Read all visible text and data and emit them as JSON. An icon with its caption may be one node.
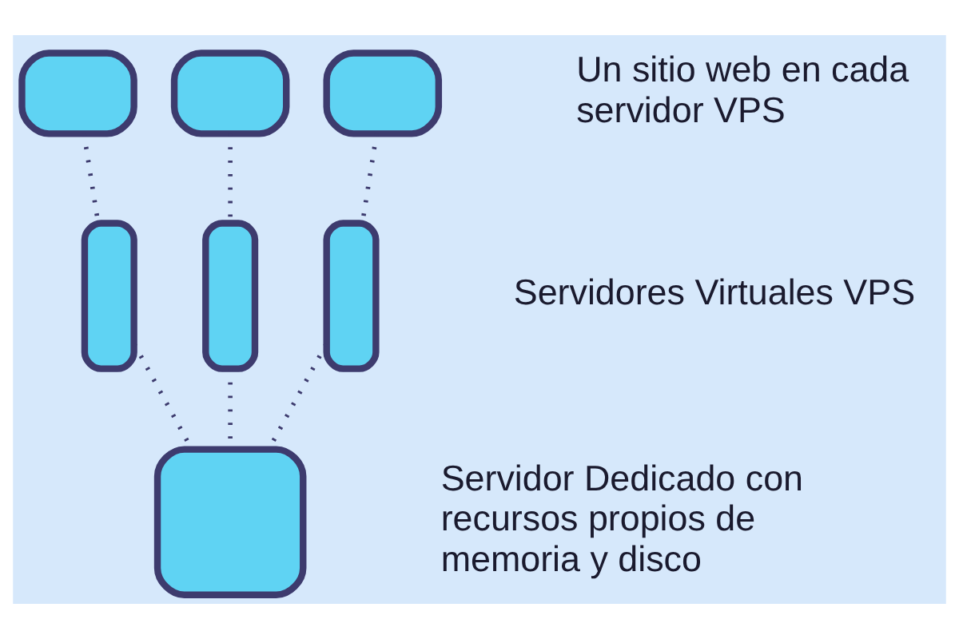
{
  "diagram": {
    "nodes": [
      {
        "text": [],
        "shape": "monitor"
      },
      {
        "text": [],
        "shape": "monitor"
      },
      {
        "text": [],
        "shape": "monitor"
      },
      {
        "text": [],
        "shape": "tower"
      },
      {
        "text": [],
        "shape": "tower"
      },
      {
        "text": [],
        "shape": "tower"
      },
      {
        "text": [],
        "shape": "server"
      }
    ],
    "edges": [
      {
        "from": 0,
        "to": 3,
        "arrow": "none"
      },
      {
        "from": 1,
        "to": 4,
        "arrow": "none"
      },
      {
        "from": 2,
        "to": 5,
        "arrow": "none"
      },
      {
        "from": 3,
        "to": 6,
        "arrow": "none"
      },
      {
        "from": 4,
        "to": 6,
        "arrow": "none"
      },
      {
        "from": 5,
        "to": 6,
        "arrow": "none"
      }
    ],
    "labels": [
      "Un sitio web en cada servidor VPS",
      "Servidores Virtuales VPS",
      "Servidor Dedicado con recursos propios de memoria y disco"
    ]
  }
}
